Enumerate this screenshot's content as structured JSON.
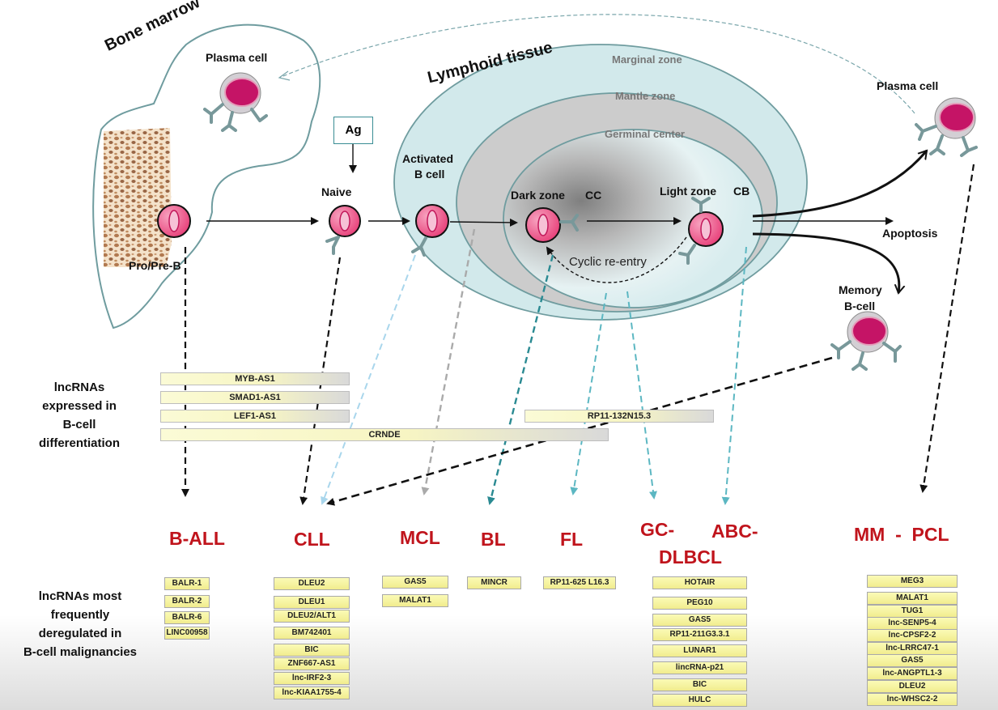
{
  "compartments": {
    "bone_marrow": "Bone marrow",
    "lymphoid_tissue": "Lymphoid tissue",
    "marginal_zone": "Marginal zone",
    "mantle_zone": "Mantle zone",
    "germinal_center": "Germinal center"
  },
  "cells": {
    "plasma_cell_bm": "Plasma cell",
    "pro_pre_b": "Pro/Pre-B",
    "antigen": "Ag",
    "naive": "Naive",
    "activated_line1": "Activated",
    "activated_line2": "B cell",
    "dark_zone": "Dark zone",
    "cc": "CC",
    "light_zone": "Light zone",
    "cb": "CB",
    "plasma_cell_out": "Plasma cell",
    "apoptosis": "Apoptosis",
    "memory_line1": "Memory",
    "memory_line2": "B-cell",
    "cyclic": "Cyclic re-entry"
  },
  "differentiation_label": [
    "lncRNAs",
    "expressed in",
    "B-cell",
    "differentiation"
  ],
  "differentiation_lncrnas": [
    "MYB-AS1",
    "SMAD1-AS1",
    "LEF1-AS1",
    "RP11-132N15.3",
    "CRNDE"
  ],
  "malignancies_label": [
    "lncRNAs most",
    "frequently",
    "deregulated in",
    "B-cell malignancies"
  ],
  "diseases": {
    "ball": "B-ALL",
    "cll": "CLL",
    "mcl": "MCL",
    "bl": "BL",
    "fl": "FL",
    "gc": "GC-",
    "abc": "ABC-",
    "dlbcl": "DLBCL",
    "mm_pcl": "MM  -  PCL"
  },
  "malignancy_lncrnas": {
    "ball": [
      "BALR-1",
      "BALR-2",
      "BALR-6",
      "LINC00958"
    ],
    "cll": [
      "DLEU2",
      "DLEU1",
      "DLEU2/ALT1",
      "BM742401",
      "BIC",
      "ZNF667-AS1",
      "lnc-IRF2-3",
      "lnc-KIAA1755-4"
    ],
    "mcl": [
      "GAS5",
      "MALAT1"
    ],
    "bl": [
      "MINCR"
    ],
    "fl": [
      "RP11-625 L16.3"
    ],
    "dlbcl": [
      "HOTAIR",
      "PEG10",
      "GAS5",
      "RP11-211G3.3.1",
      "LUNAR1",
      "lincRNA-p21",
      "BIC",
      "HULC"
    ],
    "mm": [
      "MEG3",
      "MALAT1",
      "TUG1",
      "lnc-SENP5-4",
      "lnc-CPSF2-2",
      "lnc-LRRC47-1",
      "GAS5",
      "lnc-ANGPTL1-3",
      "DLEU2",
      "lnc-WHSC2-2"
    ]
  },
  "colors": {
    "cell_fill": "#e8417a",
    "cell_nucleus": "#c2185b",
    "plasma_nucleus": "#c51466",
    "receptor": "#78989a",
    "disease_text": "#c0141c",
    "marginal_zone": "#d2e9eb",
    "mantle_zone": "#cccccc",
    "arrow_teal": "#2a8a92",
    "arrow_light_teal": "#5cb7c2",
    "arrow_light_blue": "#a9d6ec",
    "arrow_grey": "#aaaaaa"
  }
}
